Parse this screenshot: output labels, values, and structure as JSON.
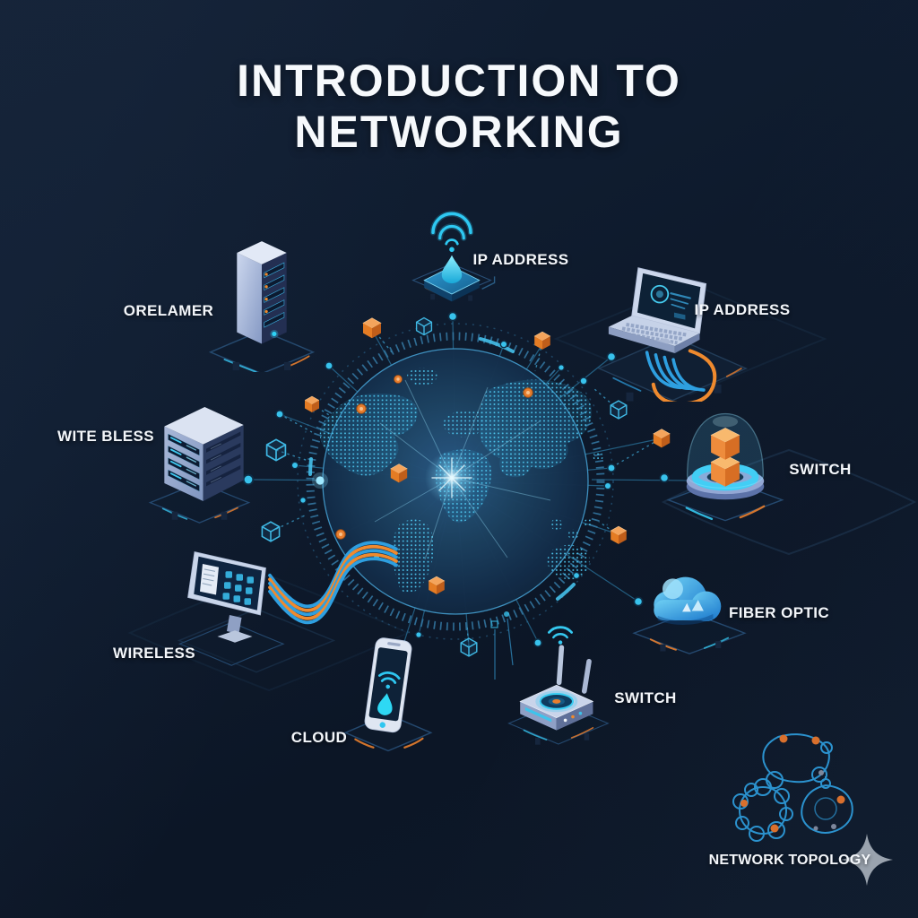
{
  "title": {
    "line1": "INTRODUCTION TO",
    "line2": "NETWORKING"
  },
  "colors": {
    "background": "#0d1726",
    "accent_cyan": "#38c2ec",
    "accent_orange": "#e87e2e",
    "text": "#f3f6fa",
    "globe_fill": "#16314f",
    "sparkle_gray": "#9aa3ae"
  },
  "diagram": {
    "center": {
      "id": "globe",
      "icon": "world-map-globe-icon",
      "description": "dotted world map in circular ring with radiating network links"
    },
    "nodes": [
      {
        "id": "server-tower",
        "label": "ORELAMER",
        "icon": "server-tower-icon"
      },
      {
        "id": "wifi-pad",
        "label": "IP ADDRESS",
        "icon": "wifi-platform-icon"
      },
      {
        "id": "laptop",
        "label": "IP ADDRESS",
        "icon": "laptop-icon"
      },
      {
        "id": "server-rack",
        "label": "WITE BLESS",
        "icon": "server-rack-icon"
      },
      {
        "id": "cube-dome",
        "label": "SWITCH",
        "icon": "cube-dome-icon"
      },
      {
        "id": "monitor",
        "label": "WIRELESS",
        "icon": "monitor-icon"
      },
      {
        "id": "smartphone",
        "label": "CLOUD",
        "icon": "smartphone-icon"
      },
      {
        "id": "router",
        "label": "SWITCH",
        "icon": "wifi-router-icon"
      },
      {
        "id": "cloud",
        "label": "FIBER OPTIC",
        "icon": "cloud-icon"
      },
      {
        "id": "topology",
        "label": "NETWORK TOPOLOGY",
        "icon": "topology-rings-icon"
      }
    ]
  }
}
